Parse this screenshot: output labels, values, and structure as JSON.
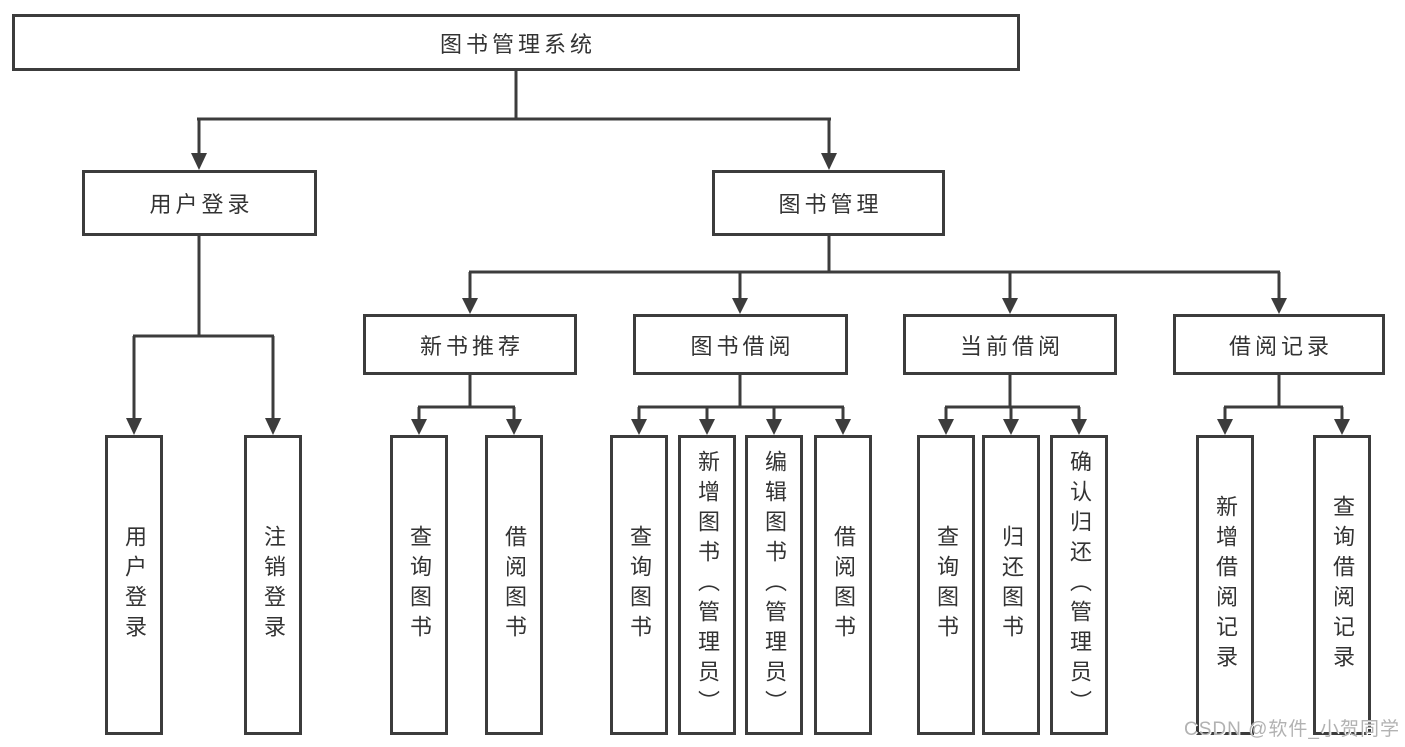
{
  "diagram": {
    "root": {
      "label": "图书管理系统"
    },
    "branches": [
      {
        "label": "用户登录",
        "children": [
          "用户登录",
          "注销登录"
        ]
      },
      {
        "label": "图书管理",
        "sections": [
          {
            "label": "新书推荐",
            "children": [
              "查询图书",
              "借阅图书"
            ]
          },
          {
            "label": "图书借阅",
            "children": [
              "查询图书",
              "新增图书（管理员）",
              "编辑图书（管理员）",
              "借阅图书"
            ]
          },
          {
            "label": "当前借阅",
            "children": [
              "查询图书",
              "归还图书",
              "确认归还（管理员）"
            ]
          },
          {
            "label": "借阅记录",
            "children": [
              "新增借阅记录",
              "查询借阅记录"
            ]
          }
        ]
      }
    ]
  },
  "watermark": "CSDN @软件_小贺同学",
  "colors": {
    "line": "#3c3c3c",
    "box_border": "#3c3c3c",
    "text": "#333333",
    "background": "#ffffff",
    "watermark_text": "#b2b2b2"
  }
}
